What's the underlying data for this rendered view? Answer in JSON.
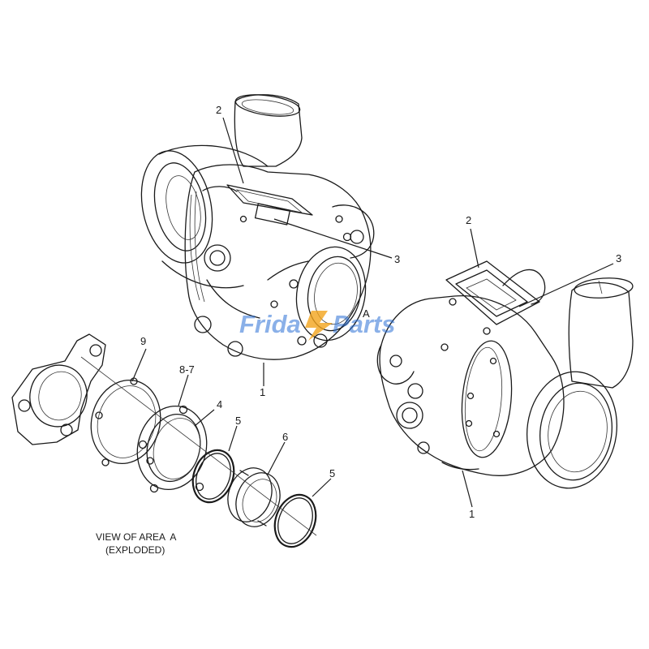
{
  "callouts": {
    "left_2": "2",
    "left_3": "3",
    "left_1": "1",
    "right_2": "2",
    "right_3": "3",
    "right_1": "1",
    "area_a": "A",
    "exploded_9": "9",
    "exploded_8_7": "8-7",
    "exploded_4": "4",
    "exploded_5a": "5",
    "exploded_6": "6",
    "exploded_5b": "5"
  },
  "caption": {
    "line1": "VIEW OF AREA  A",
    "line2": "(EXPLODED)"
  },
  "watermark": {
    "text_left": "Frida",
    "text_right": "Parts",
    "color": "#2a6fd6",
    "accent_color": "#f2a41c"
  }
}
